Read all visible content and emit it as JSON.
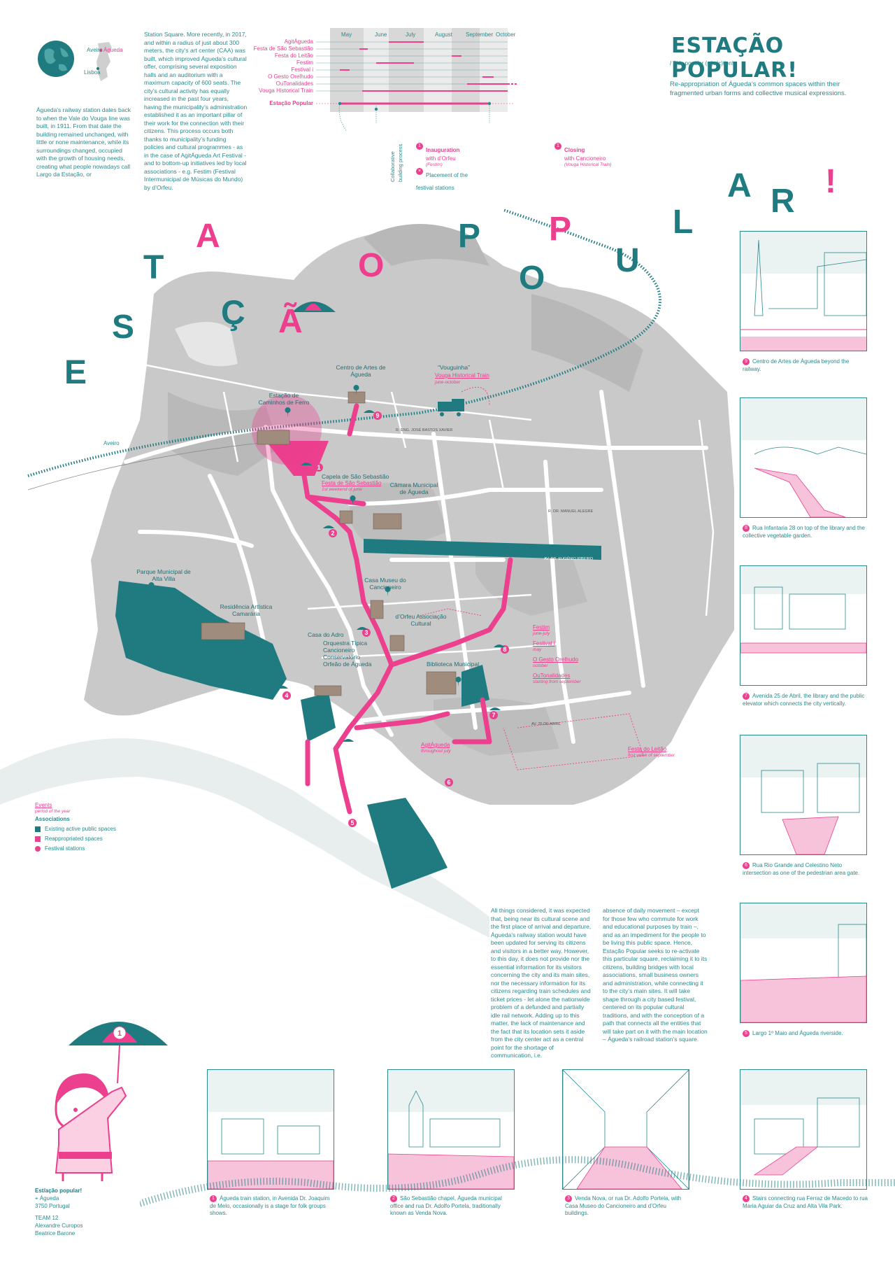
{
  "header": {
    "title": "ESTAÇÃO POPULAR!",
    "subtitle": "/ This popular (st)a(c)tion!",
    "tagline": "Re-appropriation of Águeda’s common spaces within their fragmented urban forms and collective musical expressions."
  },
  "locator": {
    "aveiro": "Aveiro",
    "agueda": "Águeda",
    "lisboa": "Lisboa"
  },
  "intro_text_1": "Águeda’s railway station dates back to when the Vale do Vouga line was built, in 1911. From that date the building remained unchanged, with little or none maintenance, while its surroundings changed, occupied with the growth of housing needs, creating what people nowadays call Largo da Estação, or",
  "intro_text_2": "Station Square. More recently, in 2017, and within a radius of just about 300 meters, the city’s art center (CAA) was built, which improved Águeda’s cultural offer, comprising several exposition halls and an auditorium with a maximum capacity of 600 seats. The city’s cultural activity has equally increased in the past four years, having the municipality’s administration established it as an important pillar of their work for the connection with their citizens. This process occurs both thanks to municipality’s funding policies and cultural programmes - as in the case of AgitÁgueda Art Festival - and to bottom-up initiatives led by local associations - e.g. Festim (Festival Intermunicipal de Músicas do Mundo) by d’Orfeu.",
  "timeline": {
    "months": [
      "May",
      "June",
      "July",
      "August",
      "September",
      "October"
    ],
    "events": [
      "AgitÁgueda",
      "Festa de São Sebastião",
      "Festa do Leitão",
      "Festim",
      "Festival i",
      "O Gesto Orelhudo",
      "OuTonalidades",
      "Vouga Historical Train"
    ],
    "main_event": "Estação Popular",
    "note_building": "Collaborative building process",
    "note_inauguration": "Inauguration",
    "note_inauguration_sub": "with d’Orfeu",
    "note_inauguration_sub2": "(Festim)",
    "note_placement": "Placement of the festival stations",
    "note_closing": "Closing",
    "note_closing_sub": "with Cancioneiro",
    "note_closing_sub2": "(Vouga Historical Train)"
  },
  "map": {
    "big_word_left": [
      "E",
      "S",
      "T",
      "A",
      "Ç",
      "Ã",
      "O"
    ],
    "big_word_right": [
      "P",
      "O",
      "P",
      "U",
      "L",
      "A",
      "R",
      "!"
    ],
    "labels": {
      "aveiro": "Aveiro",
      "station": "Estação de Caminhos de Ferro",
      "caa": "Centro de Artes de Águeda",
      "vouguinha": "“Vouguinha”",
      "vouga_train": "Vouga Historical Train",
      "vouga_dates": "june-october",
      "capela": "Capela de São Sebastião",
      "festa_sebastiao": "Festa de São Sebastião",
      "festa_sebastiao_date": "1st weekend of june",
      "camara": "Câmara Municipal de Águeda",
      "parque": "Parque Municipal de Alta Villa",
      "residencia": "Residência Artística Camarária",
      "casa_museu": "Casa Museu do Cancioneiro",
      "dorfeu": "d’Orfeu Associação Cultural",
      "casa_adro": "Casa do Adro",
      "casa_adro_sub": "Orquestra Típica Cancioneiro Conservatório Orfeão de Águeda",
      "biblioteca": "Biblioteca Municipal",
      "festim": "Festim",
      "festim_date": "june-july",
      "festival_i": "Festival i",
      "festival_i_date": "may",
      "gesto": "O Gesto Orelhudo",
      "gesto_date": "october",
      "outonalidades": "OuTonalidades",
      "outonalidades_date": "starting from september",
      "agitagueda": "AgitÁgueda",
      "agitagueda_date": "throughout july",
      "festa_leitao": "Festa do Leitão",
      "festa_leitao_date": "first week of september",
      "street_jose": "R. ENG. JOSÉ BASTOS XAVIER",
      "street_manuel": "R. DR. MANUEL ALEGRE",
      "street_eugenio": "AV. DR. EUGÉNIO RIBEIRO",
      "street_25abril": "AV. 25 DE ABRIL"
    },
    "stations": [
      "1",
      "2",
      "3",
      "4",
      "5",
      "6",
      "7",
      "8",
      "9"
    ]
  },
  "legend": {
    "events": "Events",
    "events_sub": "period of the year",
    "associations": "Associations",
    "existing": "Existing active public spaces",
    "reappropriated": "Reappropriated spaces",
    "stations": "Festival stations"
  },
  "body_text_1": "All things considered, it was expected that, being near its cultural scene and the first place of arrival and departure, Águeda’s railway station would have been updated for serving its citizens and visitors in a better way. However, to this day, it does not provide nor the essential information for its visitors concerning the city and its main sites, nor the necessary information for its citizens regarding train schedules and ticket prices - let alone the nationwide problem of a defunded and partially idle rail network. Adding up to this matter, the lack of maintenance and the fact that its location sets it aside from the city center act as a central point for the shortage of communication, i.e.",
  "body_text_2": "absence of daily movement – except for those few who commute for work and educational purposes by train –, and as an impediment for the people to be living this public space. Hence, Estação Popular seeks to re-activate this particular square, reclaiming it to its citizens, building bridges with local associations, small business owners and administration, while connecting it to the city’s main sites. It will take shape through a city based festival, centered on its popular cultural traditions, and with the conception of a path that connects all the entities that will take part on it with the main location – Águeda’s railroad station’s square.",
  "side_captions": [
    {
      "n": "9",
      "text": "Centro de Artes de Águeda beyond the railway."
    },
    {
      "n": "8",
      "text": "Rua Infantaria 28 on top of the library and the collective vegetable garden."
    },
    {
      "n": "7",
      "text": "Avenida 25 de Abril, the library and the public elevator which connects the city vertically."
    },
    {
      "n": "6",
      "text": "Rua Rio Grande and Celestino Neto intersection as one of the pedestrian area gate."
    },
    {
      "n": "5",
      "text": "Largo 1º Maio and Águeda riverside."
    }
  ],
  "bottom_captions": [
    {
      "n": "1",
      "text": "Águeda train station, in Avenida Dr. Joaquim de Melo, occasionally is a stage for folk groups shows."
    },
    {
      "n": "2",
      "text": "São Sebastião chapel, Águeda municipal office and rua Dr. Adolfo Portela, traditionally known as Venda Nova."
    },
    {
      "n": "3",
      "text": "Venda Nova, or rua Dr. Adolfo Portela, with Casa Museo do Cancioneiro and d’Orfeu buildings."
    },
    {
      "n": "4",
      "text": "Stairs connecting rua Ferraz de Macedo to rua Maria Aguiar da Cruz and Alta Vila Park."
    }
  ],
  "footer": {
    "project": "Est/ação popular!",
    "city": "Águeda",
    "postcode": "3750 Portugal",
    "team": "TEAM 12",
    "author1": "Alexandre Curopos",
    "author2": "Beatrice Barone",
    "mascot_number": "1"
  },
  "colors": {
    "teal": "#1f7b80",
    "pink": "#ec3f8e",
    "gray": "#c8c8c8"
  }
}
